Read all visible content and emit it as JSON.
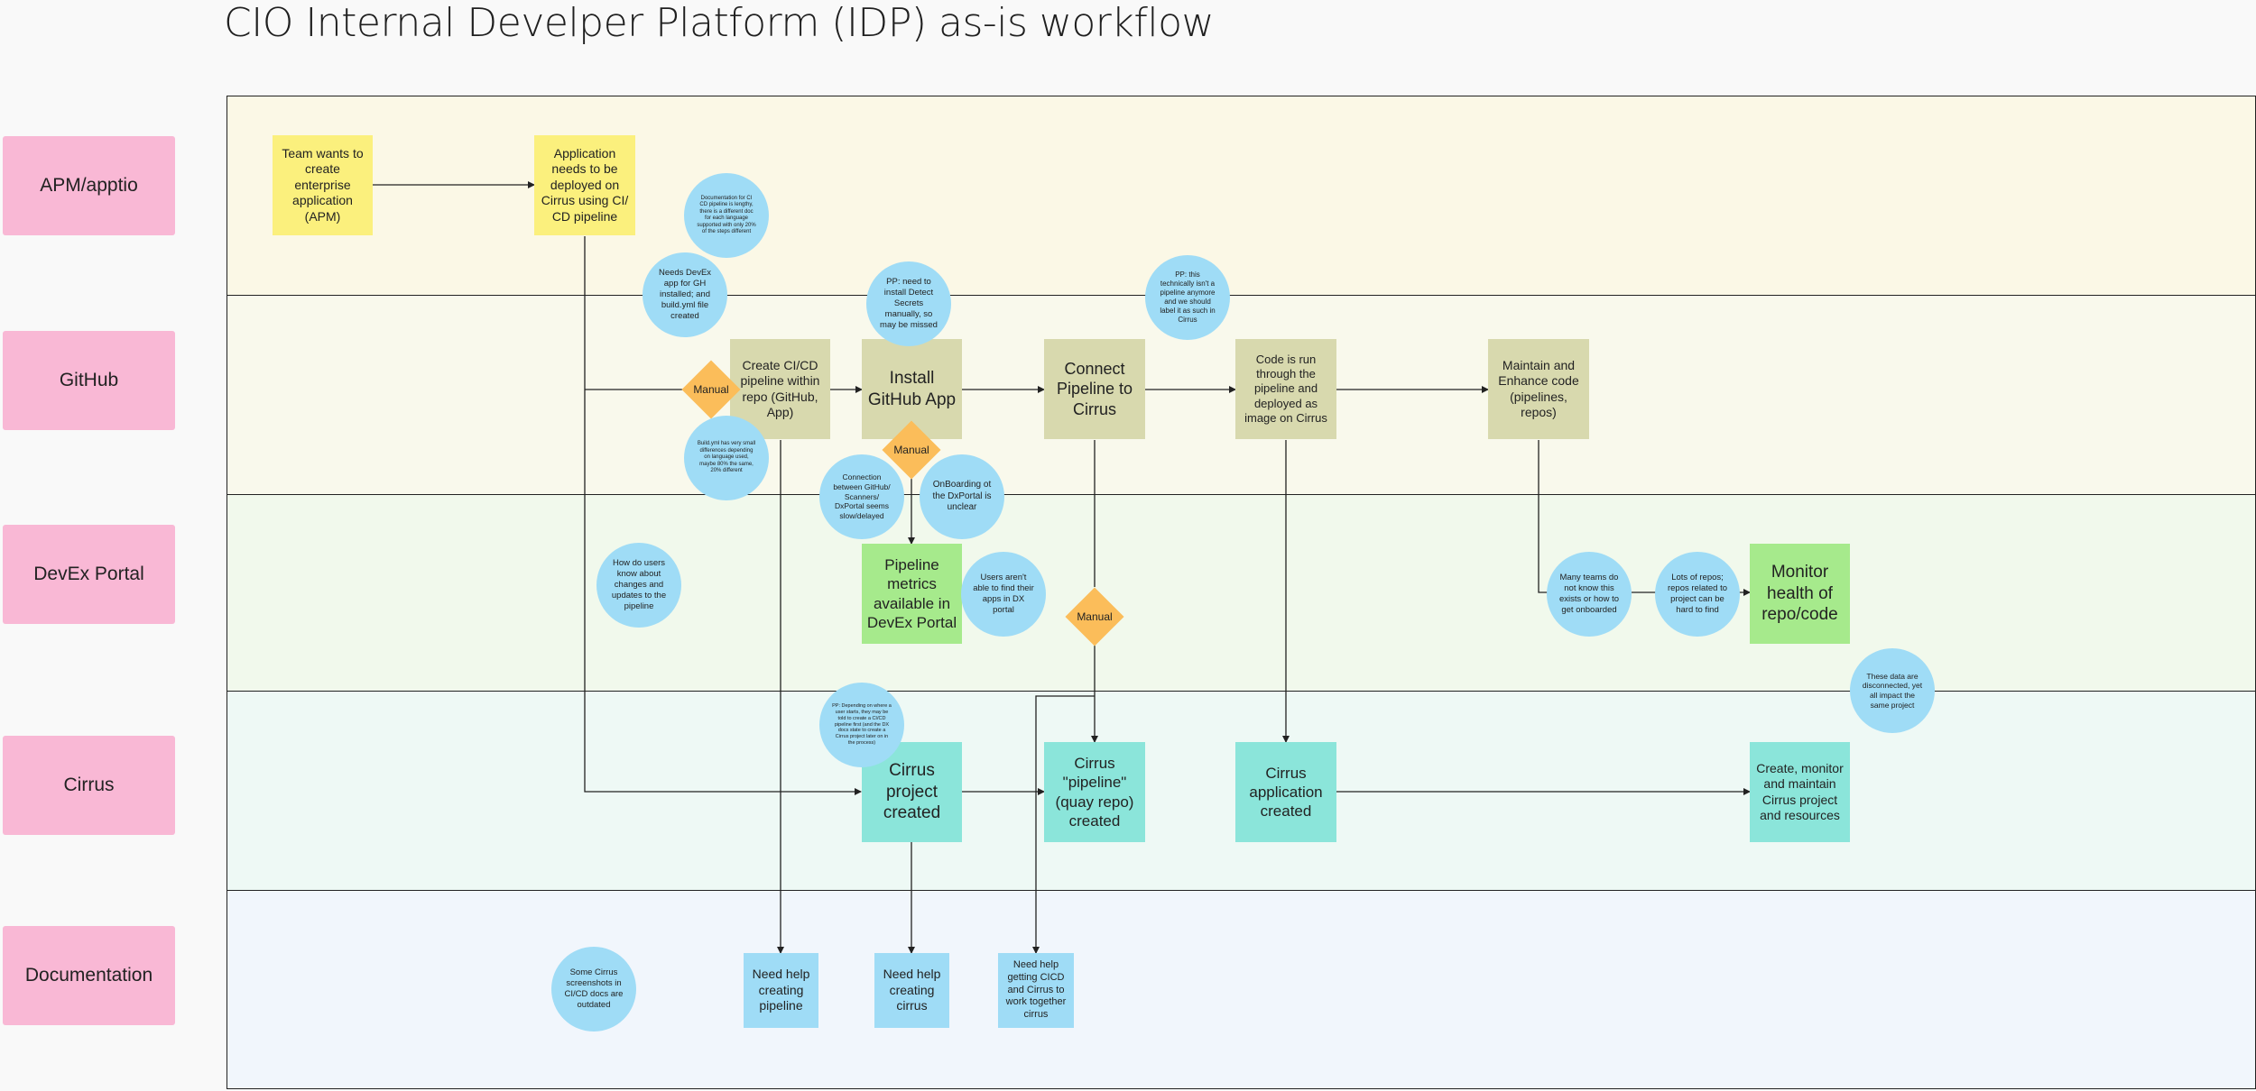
{
  "title": "CIO Internal Develper Platform (IDP) as-is workflow",
  "lanes": {
    "apm": "APM/apptio",
    "github": "GitHub",
    "devex": "DevEx Portal",
    "cirrus": "Cirrus",
    "docs": "Documentation"
  },
  "nodes": {
    "team_wants": "Team wants to create enterprise application (APM)",
    "app_needs_deploy": "Application needs to be deployed on Cirrus using CI/ CD pipeline",
    "create_pipeline": "Create CI/CD pipeline within repo (GitHub, App)",
    "install_github_app": "Install GitHub App",
    "connect_pipeline": "Connect Pipeline to Cirrus",
    "code_run": "Code is run through the pipeline and deployed as image on Cirrus",
    "maintain_code": "Maintain and Enhance code (pipelines, repos)",
    "pipeline_metrics": "Pipeline metrics available in DevEx Portal",
    "monitor_health": "Monitor health of repo/code",
    "cirrus_project": "Cirrus project created",
    "cirrus_pipeline": "Cirrus \"pipeline\" (quay repo) created",
    "cirrus_app": "Cirrus application created",
    "create_monitor": "Create, monitor and maintain Cirrus project and resources",
    "help_pipeline": "Need help creating pipeline",
    "help_cirrus": "Need help creating cirrus",
    "help_cicd": "Need help getting CICD and Cirrus to work together cirrus"
  },
  "diamonds": {
    "manual_1": "Manual",
    "manual_2": "Manual",
    "manual_3": "Manual"
  },
  "notes": {
    "doc_lengthy": "Documentation for CI CD pipeline is lengthy, there is a different doc for each language supported with only 20% of the steps different",
    "needs_devex": "Needs DevEx app for GH installed; and build.yml file created",
    "pp_detect": "PP: need to install Detect Secrets manually, so may be missed",
    "pp_technically": "PP: this technically isn't a pipeline anymore and we should label it as such in Cirrus",
    "build_yml": "Build.yml has very small differences depending on language used, maybe 80% the same, 20% different",
    "connection_slow": "Connection between GitHub/ Scanners/ DxPortal seems slow/delayed",
    "onboarding_unclear": "OnBoarding ot the DxPortal is unclear",
    "how_users_know": "How do users know about changes and updates to the pipeline",
    "users_cant_find": "Users aren't able to find their apps in DX portal",
    "many_teams": "Many teams do not know this exists or how to get onboarded",
    "lots_repos": "Lots of repos; repos related to project can be hard to find",
    "disconnected": "These data are disconnected, yet all impact the same project",
    "pp_depending": "PP: Depending on where a user starts, they may be told to create a CI/CD pipeline first (and the DX docs state to create a Cirrus project later on in the process)",
    "screenshots_outdated": "Some Cirrus screenshots in CI/CD docs are outdated"
  },
  "colors": {
    "lane_label": "#f9b8d5",
    "lane_apm": "#fbf8e6",
    "lane_github": "#f9f9ec",
    "lane_devex": "#f1f9ec",
    "lane_cirrus": "#eef9f5",
    "lane_docs": "#f1f6fc",
    "sticky_yellow": "#fbf07d",
    "sticky_olive": "#d8d9ae",
    "sticky_green": "#a6ea8c",
    "sticky_teal": "#8be5da",
    "sticky_blue": "#9fdcf6",
    "diamond": "#fbbd5a"
  }
}
